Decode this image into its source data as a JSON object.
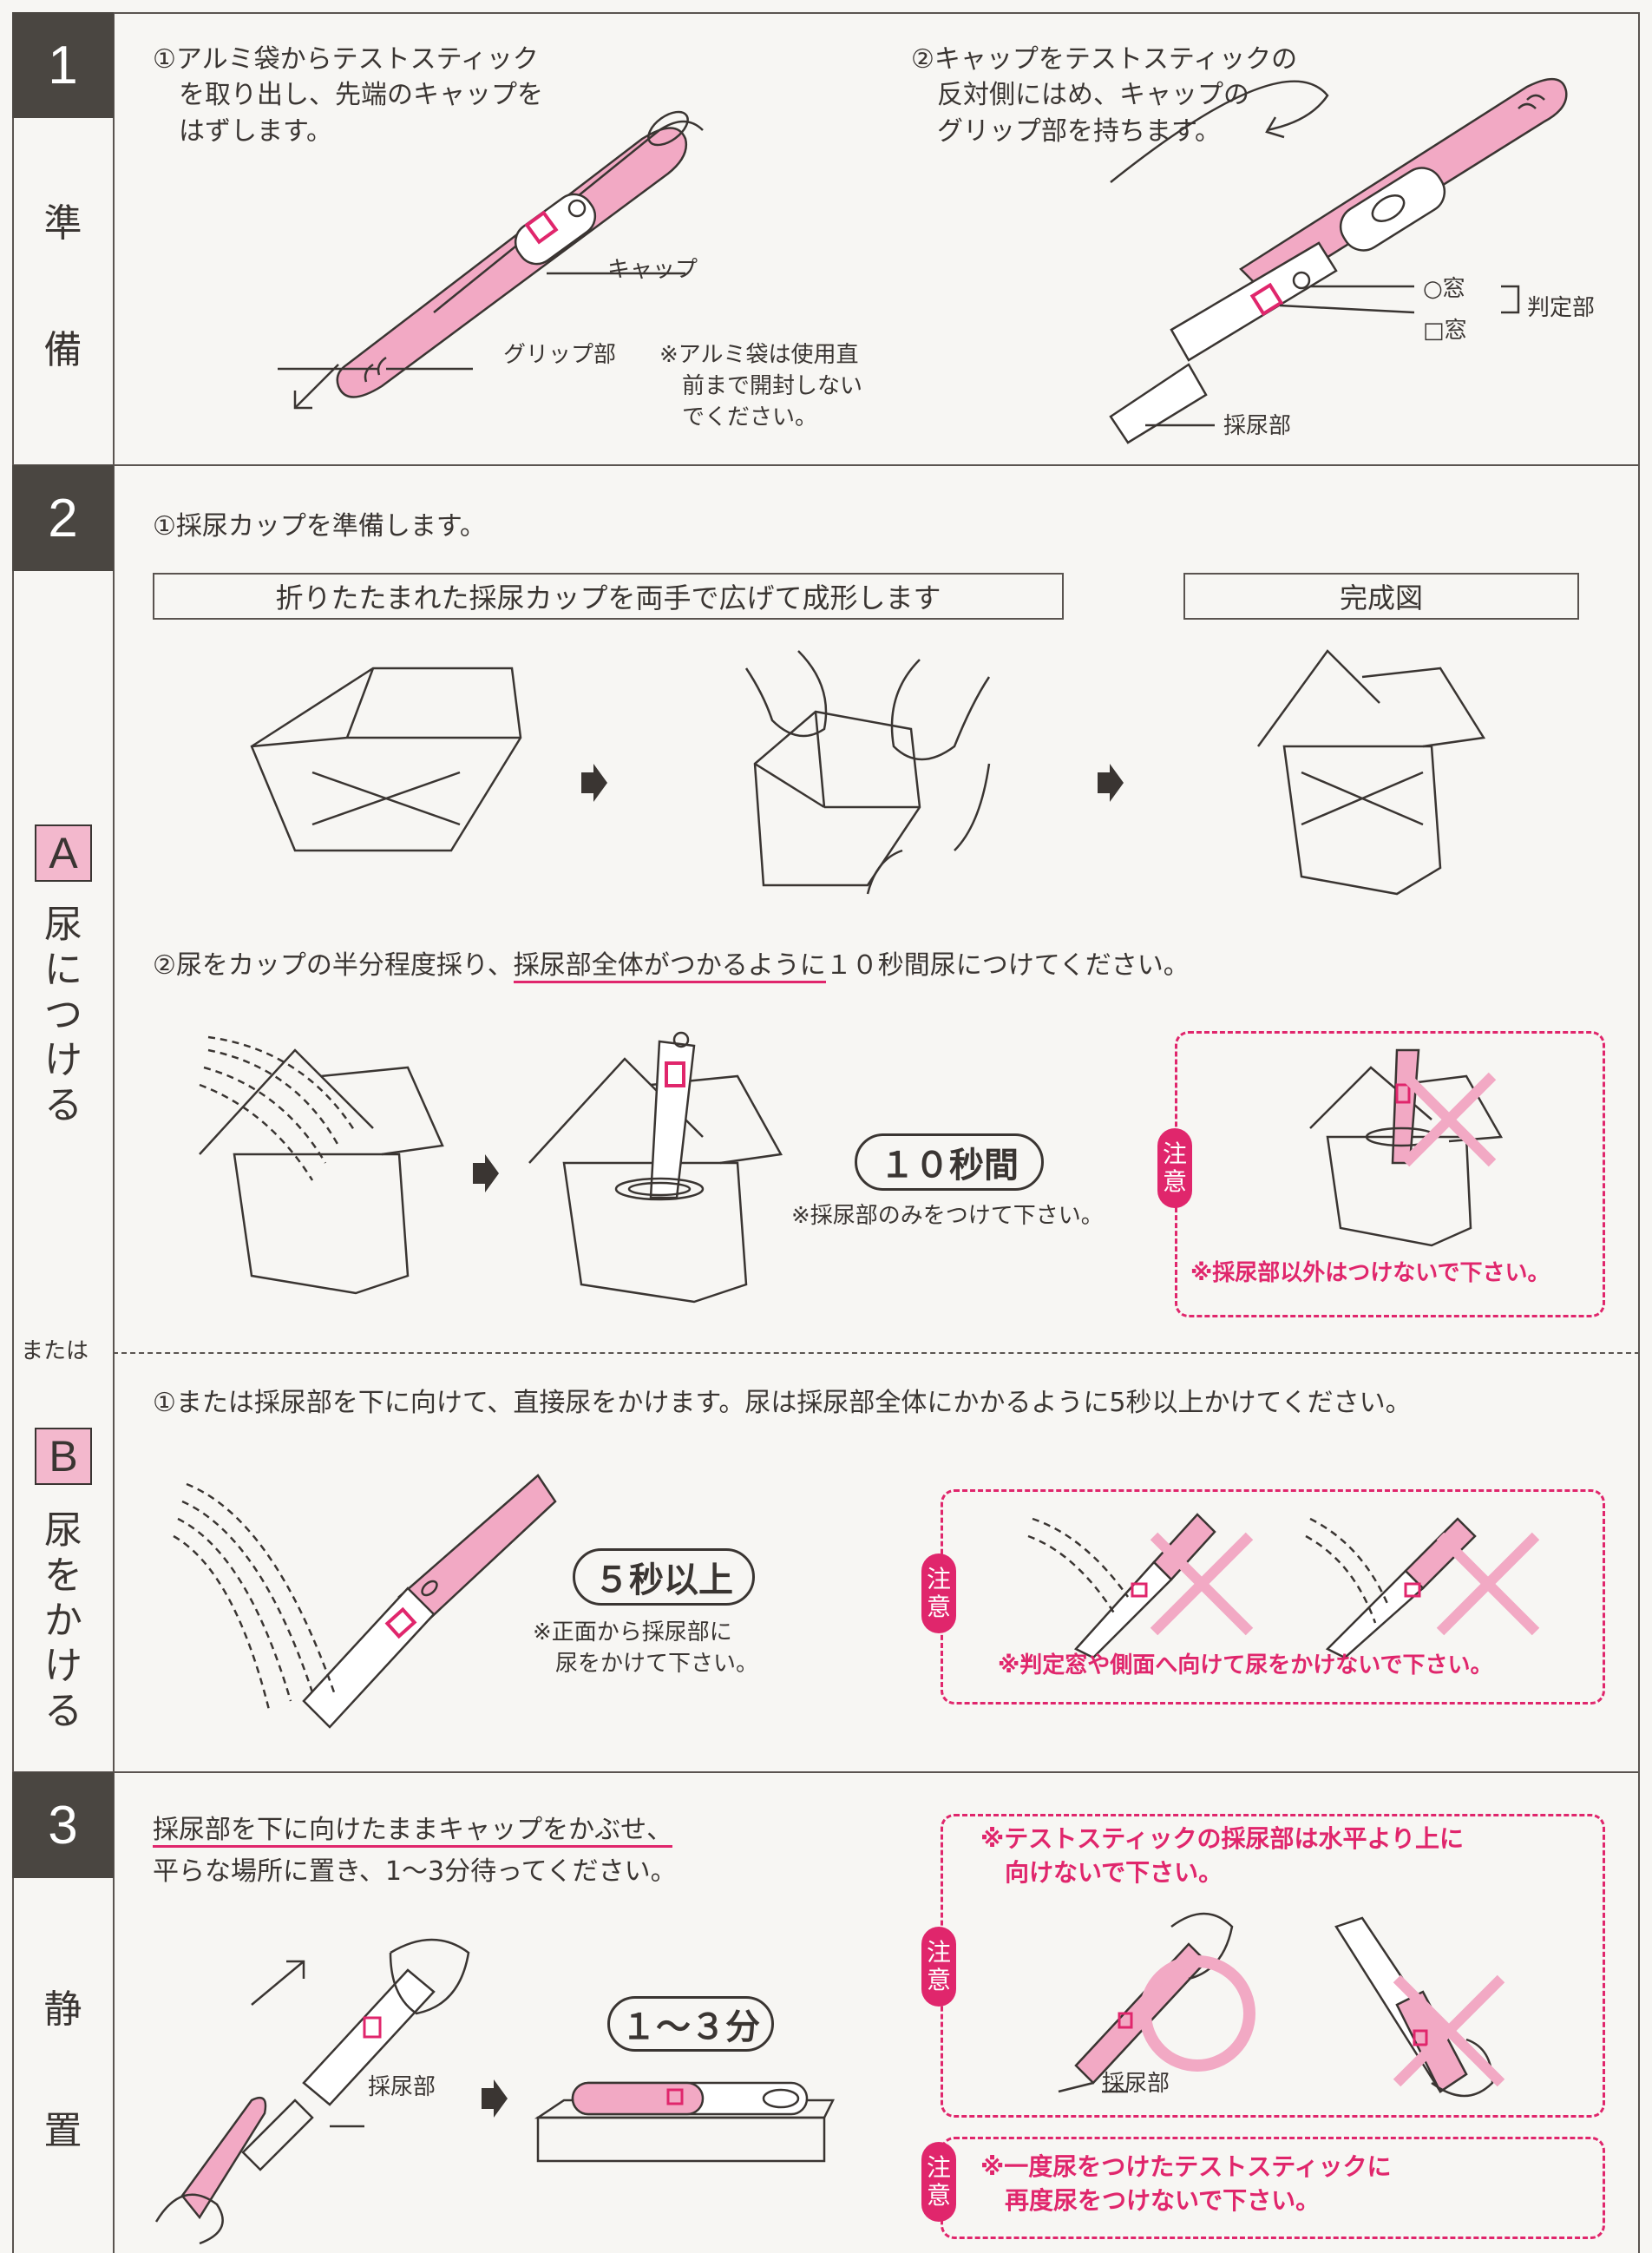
{
  "sections": [
    {
      "number": "1",
      "side_label": [
        "準",
        "備"
      ]
    },
    {
      "number": "2",
      "sub_a": {
        "badge": "A",
        "label": "尿につける"
      },
      "or_label": "または",
      "sub_b": {
        "badge": "B",
        "label": "尿をかける"
      }
    },
    {
      "number": "3",
      "side_label": [
        "静",
        "置"
      ]
    }
  ],
  "step1": {
    "instr1": "①アルミ袋からテストスティック\n　を取り出し、先端のキャップを\n　はずします。",
    "instr2": "②キャップをテストスティックの\n　反対側にはめ、キャップの\n　グリップ部を持ちます。",
    "label_cap": "キャップ",
    "label_grip": "グリップ部",
    "note": "※アルミ袋は使用直\n　前まで開封しない\n　でください。",
    "label_circle_window": "○窓",
    "label_square_window": "□窓",
    "label_judgement": "判定部",
    "label_sampling": "採尿部"
  },
  "step2": {
    "instr1": "①採尿カップを準備します。",
    "box_left": "折りたたまれた採尿カップを両手で広げて成形します",
    "box_right": "完成図",
    "instr2_prefix": "②尿をカップの半分程度採り、",
    "instr2_underlined": "採尿部全体がつかるように",
    "instr2_suffix": "１０秒間尿につけてください。",
    "pill_a": "１０秒間",
    "note_a": "※採尿部のみをつけて下さい。",
    "warn_tag": "注\n意",
    "warn_a": "※採尿部以外はつけないで下さい。",
    "instr_b": "①または採尿部を下に向けて、直接尿をかけます。尿は採尿部全体にかかるように5秒以上かけてください。",
    "pill_b": "５秒以上",
    "note_b": "※正面から採尿部に\n　尿をかけて下さい。",
    "warn_b": "※判定窓や側面へ向けて尿をかけないで下さい。"
  },
  "step3": {
    "instr_line1": "採尿部を下に向けたままキャップをかぶせ、",
    "instr_line2": "平らな場所に置き、1～3分待ってください。",
    "label_sampling": "採尿部",
    "pill": "１～３分",
    "warn_tag": "注\n意",
    "warn1": "※テストスティックの採尿部は水平より上に\n　向けないで下さい。",
    "label_sampling2": "採尿部",
    "warn2": "※一度尿をつけたテストスティックに\n　再度尿をつけないで下さい。"
  },
  "colors": {
    "accent_pink": "#e0266c",
    "stick_pink": "#f2a9c4",
    "badge_dark": "#4a4641",
    "background": "#f7f6f3"
  }
}
